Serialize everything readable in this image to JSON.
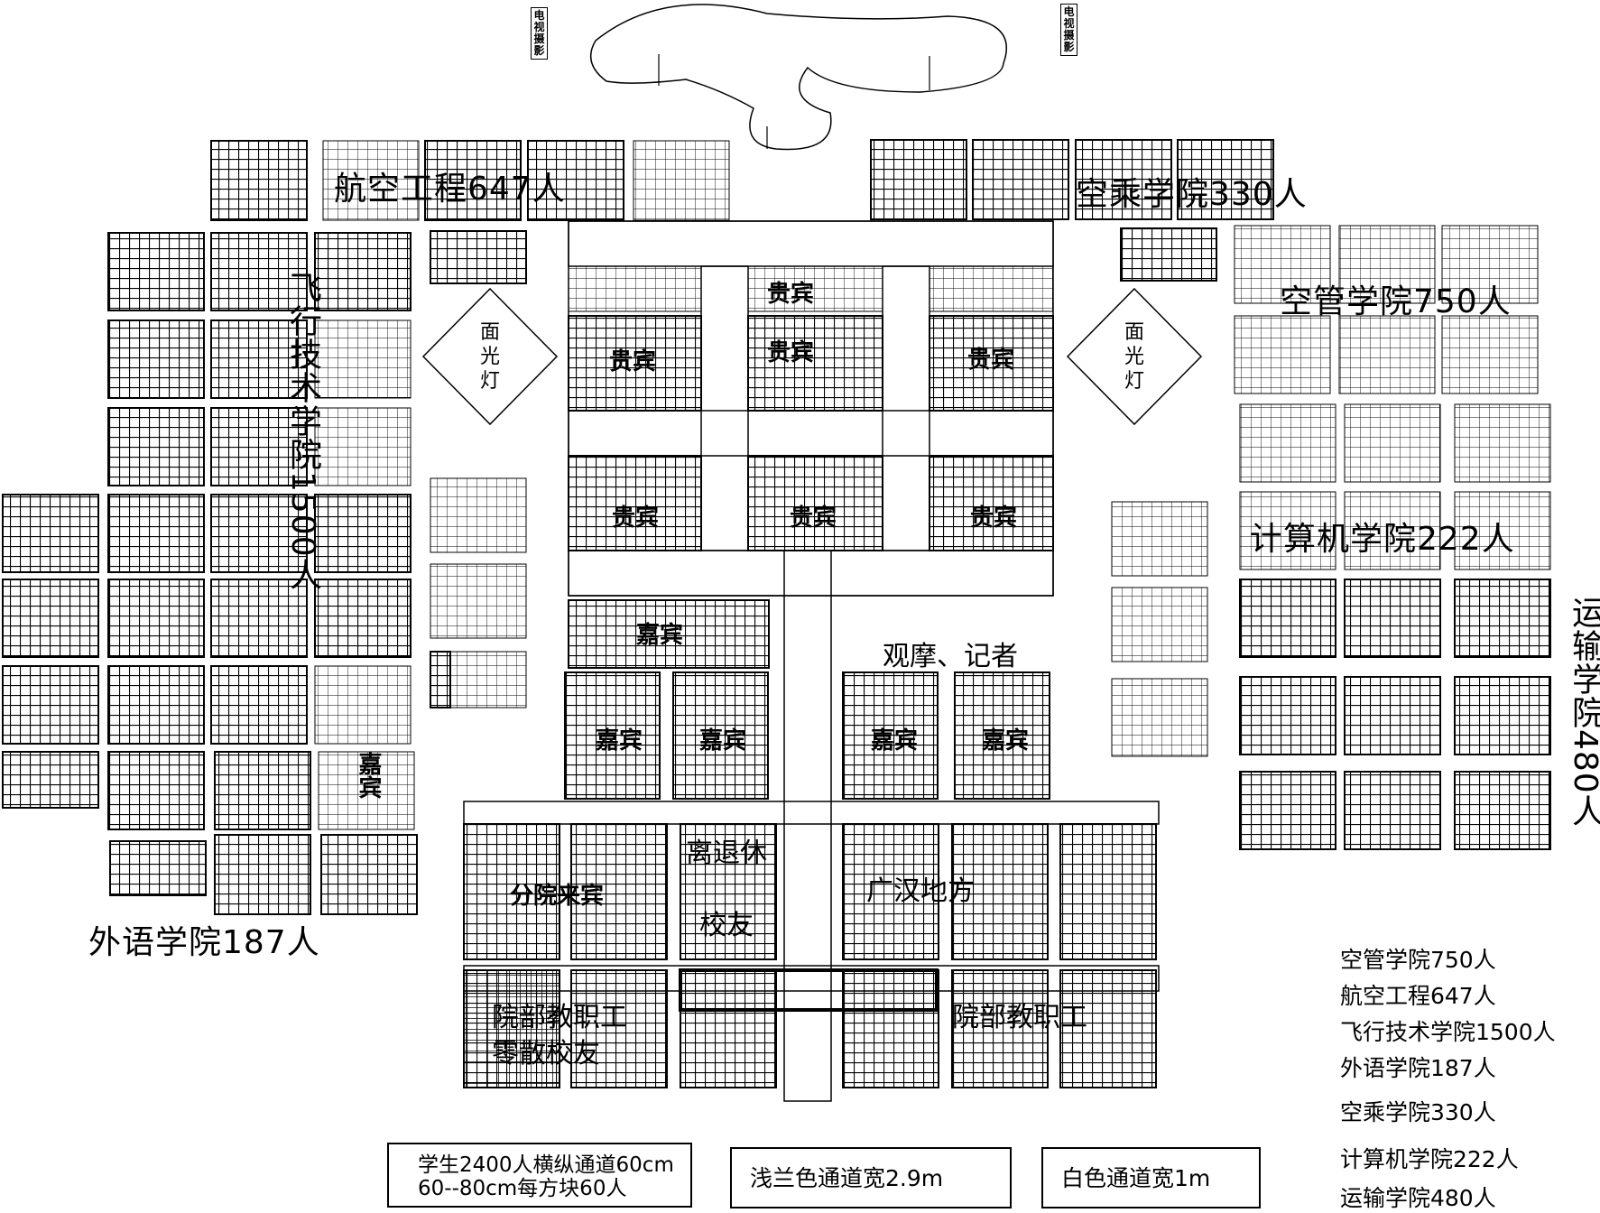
{
  "tv_labels": [
    "电视摄影",
    "电视摄影"
  ],
  "colleges": {
    "aviation_eng": "航空工程647人",
    "cabin_crew": "空乘学院330人",
    "atc": "空管学院750人",
    "flight_tech": "飞行技术学院1500人",
    "computer": "计算机学院222人",
    "transport": "运输学院480人",
    "foreign_lang": "外语学院187人"
  },
  "lamp_label": "面光灯",
  "vip_label": "贵宾",
  "guest_label": "嘉宾",
  "observer_label": "观摩、记者",
  "zones": {
    "guests_split": "分院来宾",
    "retired": "离退休",
    "alumni": "校友",
    "guanghan": "广汉地方",
    "staff": "院部教职工",
    "scattered_alumni": "零散校友"
  },
  "notes": {
    "students_line1": "学生2400人横纵通道60cm",
    "students_line2": "60--80cm每方块60人",
    "blue_aisle": "浅兰色通道宽2.9m",
    "white_aisle": "白色通道宽1m"
  },
  "legend": [
    "空管学院750人",
    "航空工程647人",
    "飞行技术学院1500人",
    "外语学院187人",
    "空乘学院330人",
    "计算机学院222人",
    "运输学院480人"
  ],
  "colors": {
    "line": "#000000",
    "background": "#ffffff"
  }
}
